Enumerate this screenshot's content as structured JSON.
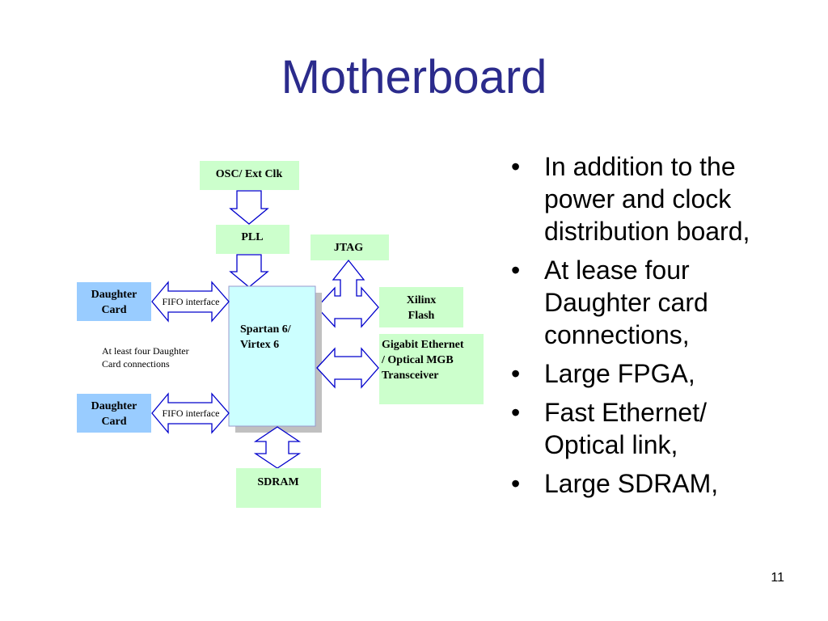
{
  "slide": {
    "title": "Motherboard",
    "page_number": "11"
  },
  "diagram": {
    "nodes": {
      "osc": "OSC/ Ext Clk",
      "pll": "PLL",
      "jtag": "JTAG",
      "fpga_line1": "Spartan 6/",
      "fpga_line2": "Virtex 6",
      "daughter_top_line1": "Daughter",
      "daughter_top_line2": "Card",
      "daughter_bottom_line1": "Daughter",
      "daughter_bottom_line2": "Card",
      "flash_line1": "Xilinx",
      "flash_line2": "Flash",
      "ethernet_line1": "Gigabit Ethernet",
      "ethernet_line2": "/ Optical MGB",
      "ethernet_line3": "Transceiver",
      "sdram": "SDRAM"
    },
    "interfaces": {
      "top": "FIFO interface",
      "bottom": "FIFO interface"
    },
    "note": {
      "line1": "At least four Daughter",
      "line2": "Card connections"
    },
    "colors": {
      "green_box": "#ccffcc",
      "blue_box": "#99ccff",
      "fpga_box": "#ccffff",
      "arrow_stroke": "#0000cc",
      "title": "#2b2b8c"
    }
  },
  "bullets": [
    "In addition to the power and clock distribution board,",
    "At lease four Daughter card connections,",
    "Large FPGA,",
    "Fast Ethernet/ Optical link,",
    "Large SDRAM,"
  ],
  "bullet_glyph": "•"
}
